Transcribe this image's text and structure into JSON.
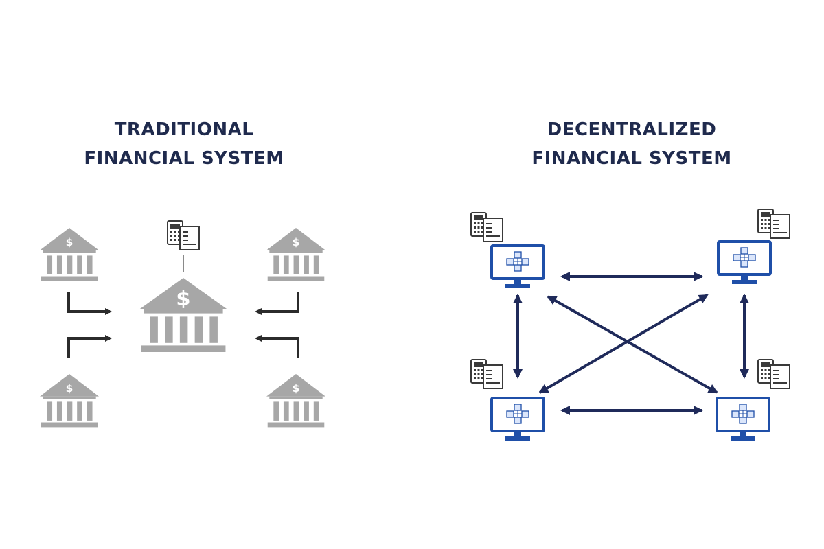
{
  "left": {
    "title_line1": "TRADITIONAL",
    "title_line2": "FINANCIAL SYSTEM"
  },
  "right": {
    "title_line1": "DECENTRALIZED",
    "title_line2": "FINANCIAL SYSTEM"
  },
  "icons": {
    "bank": "bank-icon",
    "calculator": "calculator-document-icon",
    "computer": "blockchain-computer-icon",
    "dollar_symbol": "$"
  },
  "colors": {
    "title": "#1f2a4d",
    "bank_gray": "#a7a7a7",
    "arrow_dark": "#2b2b2b",
    "computer_blue": "#1f4fa8",
    "connection_navy": "#1f2a5a"
  }
}
